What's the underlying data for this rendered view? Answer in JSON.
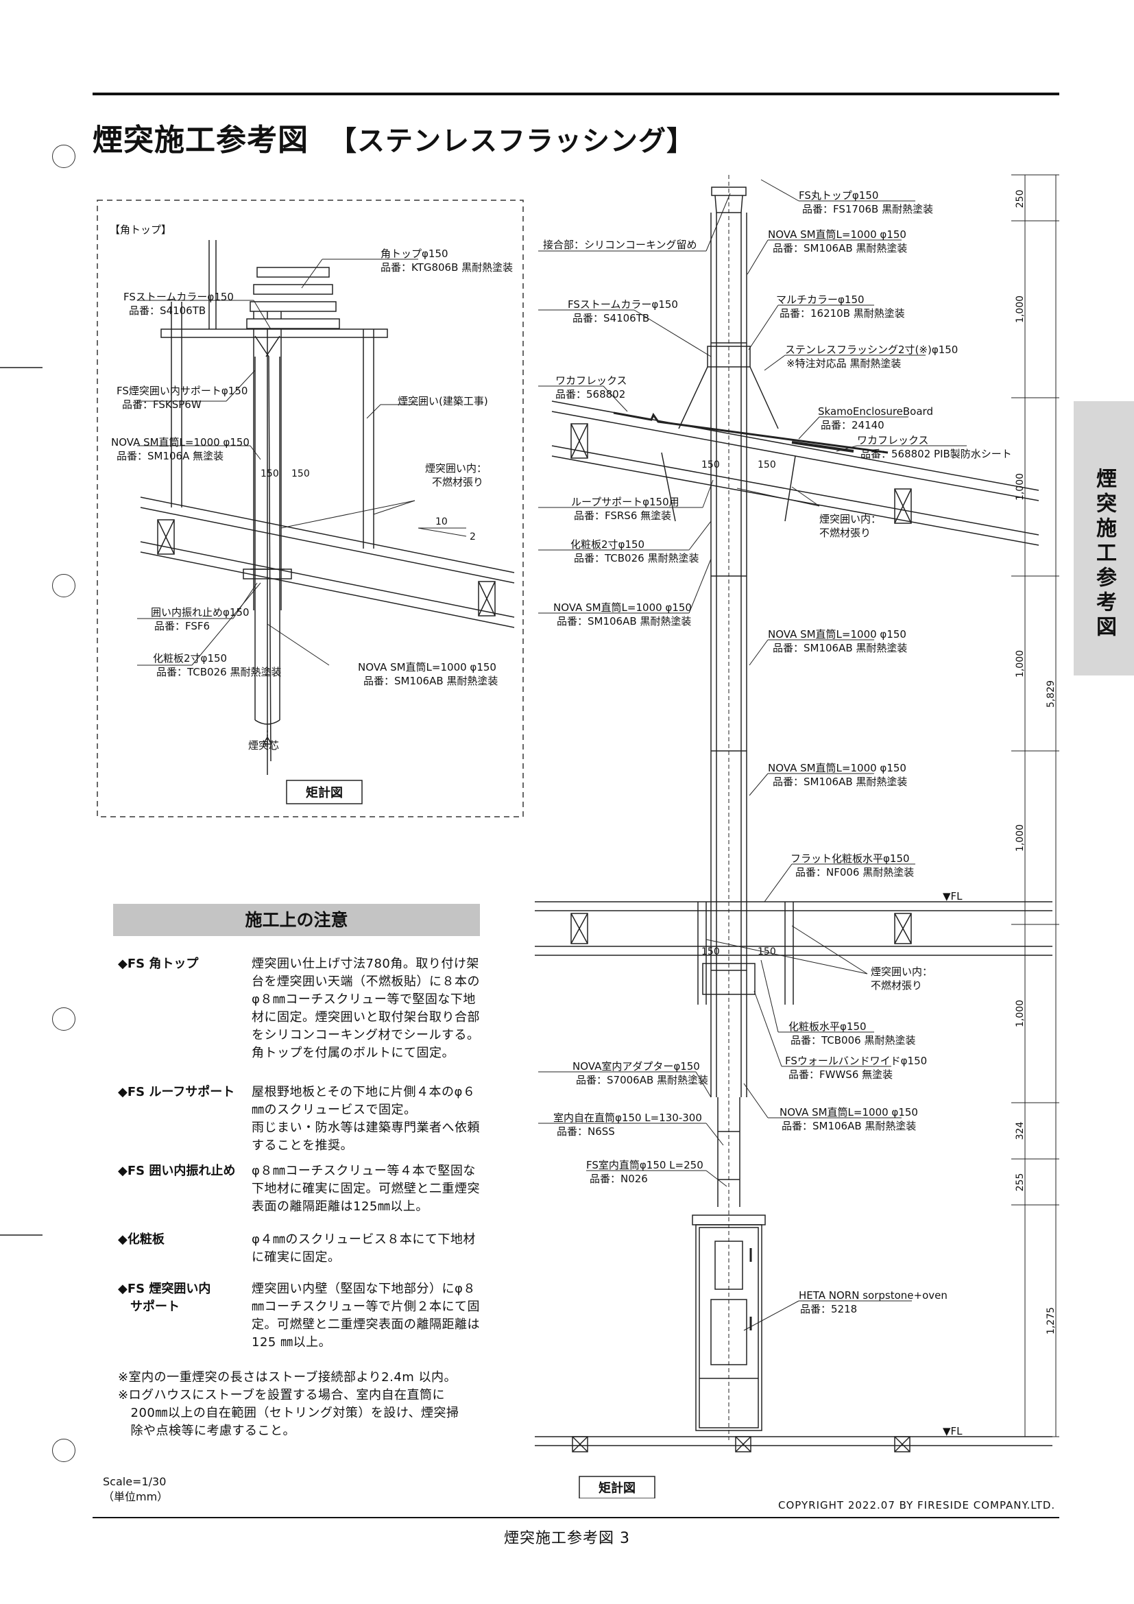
{
  "page": {
    "title": "煙突施工参考図",
    "subtitle": "【ステンレスフラッシング】",
    "side_tab": "煙突施工参考図",
    "footer": "煙突施工参考図 3",
    "copyright": "COPYRIGHT 2022.07 BY FIRESIDE COMPANY.LTD.",
    "scale": "Scale=1/30\n（単位mm）"
  },
  "detail": {
    "header": "【角トップ】",
    "box_label": "矩計図",
    "core_label": "煙突芯",
    "slope_run": "10",
    "slope_rise": "2",
    "dim_150_a": "150",
    "dim_150_b": "150",
    "label_1": "角トップφ150",
    "label_1b": "品番：KTG806B 黒耐熱塗装",
    "label_2": "FSストームカラーφ150",
    "label_2b": "品番：S4106TB",
    "label_3": "煙突囲い(建築工事)",
    "label_4": "FS煙突囲い内サポートφ150",
    "label_4b": "品番：FSKSP6W",
    "label_5": "NOVA SM直筒L=1000 φ150",
    "label_5b": "品番：SM106A 無塗装",
    "label_6": "煙突囲い内：",
    "label_6b": "不燃材張り",
    "label_7": "囲い内振れ止めφ150",
    "label_7b": "品番：FSF6",
    "label_8": "化粧板2寸φ150",
    "label_8b": "品番：TCB026 黒耐熱塗装",
    "label_9": "NOVA SM直筒L=1000 φ150",
    "label_9b": "品番：SM106AB 黒耐熱塗装"
  },
  "main": {
    "box_label": "矩計図",
    "fl_top": "▼FL",
    "fl_bottom": "▼FL",
    "dim_150_a": "150",
    "dim_150_b": "150",
    "dim_150_c": "150",
    "dim_150_d": "150",
    "dims": [
      "250",
      "1,000",
      "1,000",
      "1,000",
      "1,000",
      "1,000",
      "324",
      "255",
      "1,275"
    ],
    "total": "5,829",
    "l_top": "FS丸トップφ150",
    "l_topb": "品番：FS1706B 黒耐熱塗装",
    "l_nova1": "NOVA SM直筒L=1000 φ150",
    "l_nova1b": "品番：SM106AB 黒耐熱塗装",
    "l_joint": "接合部：シリコンコーキング留め",
    "l_storm": "FSストームカラーφ150",
    "l_stormb": "品番：S4106TB",
    "l_multi": "マルチカラーφ150",
    "l_multib": "品番：16210B 黒耐熱塗装",
    "l_flash": "ステンレスフラッシング2寸(※)φ150",
    "l_flashb": "※特注対応品 黒耐熱塗装",
    "l_waka1": "ワカフレックス",
    "l_waka1b": "品番：568802",
    "l_skamo": "SkamoEnclosureBoard",
    "l_skamob": "品番：24140",
    "l_waka2": "ワカフレックス",
    "l_waka2b": "品番：568802 PIB製防水シート",
    "l_roofsup": "ループサポートφ150用",
    "l_roofsupb": "品番：FSRS6 無塗装",
    "l_nonfire1": "煙突囲い内：",
    "l_nonfire1b": "不燃材張り",
    "l_tcb": "化粧板2寸φ150",
    "l_tcbb": "品番：TCB026 黒耐熱塗装",
    "l_nova2": "NOVA SM直筒L=1000 φ150",
    "l_nova2b": "品番：SM106AB 黒耐熱塗装",
    "l_nova3": "NOVA SM直筒L=1000 φ150",
    "l_nova3b": "品番：SM106AB 黒耐熱塗装",
    "l_nova4": "NOVA SM直筒L=1000 φ150",
    "l_nova4b": "品番：SM106AB 黒耐熱塗装",
    "l_flat": "フラット化粧板水平φ150",
    "l_flatb": "品番：NF006 黒耐熱塗装",
    "l_nonfire2": "煙突囲い内：",
    "l_nonfire2b": "不燃材張り",
    "l_tcb006": "化粧板水平φ150",
    "l_tcb006b": "品番：TCB006 黒耐熱塗装",
    "l_wall": "FSウォールバンドワイドφ150",
    "l_wallb": "品番：FWWS6 無塗装",
    "l_adapter": "NOVA室内アダプターφ150",
    "l_adapterb": "品番：S7006AB 黒耐熱塗装",
    "l_nova5": "NOVA SM直筒L=1000 φ150",
    "l_nova5b": "品番：SM106AB 黒耐熱塗装",
    "l_free": "室内自在直筒φ150 L=130-300",
    "l_freeb": "品番：N6SS",
    "l_fs250": "FS室内直筒φ150 L=250",
    "l_fs250b": "品番：N026",
    "l_stove": "HETA NORN sorpstone+oven",
    "l_stoveb": "品番：5218"
  },
  "notes": {
    "title": "施工上の注意",
    "items": [
      {
        "head": "◆FS 角トップ",
        "body": "煙突囲い仕上げ寸法780角。取り付け架台を煙突囲い天端（不燃板貼）に８本のφ８㎜コーチスクリュー等で堅固な下地材に固定。煙突囲いと取付架台取り合部をシリコンコーキング材でシールする。角トップを付属のボルトにて固定。"
      },
      {
        "head": "◆FS ルーフサポート",
        "body": "屋根野地板とその下地に片側４本のφ６㎜のスクリュービスで固定。\n雨じまい・防水等は建築専門業者へ依頼することを推奨。"
      },
      {
        "head": "◆FS 囲い内振れ止め",
        "body": "φ８㎜コーチスクリュー等４本で堅固な下地材に確実に固定。可燃壁と二重煙突表面の離隔距離は125㎜以上。"
      },
      {
        "head": "◆化粧板",
        "body": "φ４㎜のスクリュービス８本にて下地材に確実に固定。"
      },
      {
        "head": "◆FS 煙突囲い内\n　サポート",
        "body": "煙突囲い内壁（堅固な下地部分）にφ８㎜コーチスクリュー等で片側２本にて固定。可燃壁と二重煙突表面の離隔距離は125 ㎜以上。"
      }
    ],
    "footnote": "※室内の一重煙突の長さはストーブ接続部より2.4m 以内。\n※ログハウスにストーブを設置する場合、室内自在直筒に\n　200㎜以上の自在範囲（セトリング対策）を設け、煙突掃\n　除や点検等に考慮すること。"
  }
}
